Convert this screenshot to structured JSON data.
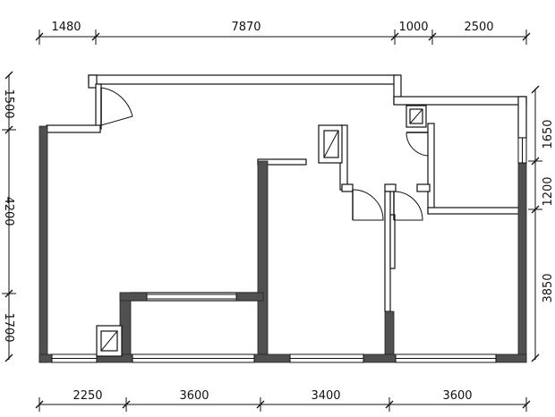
{
  "dimensions": {
    "top": [
      "1480",
      "7870",
      "1000",
      "2500"
    ],
    "bottom": [
      "2250",
      "3600",
      "3400",
      "3600"
    ],
    "left": [
      "1500",
      "4200",
      "1700"
    ],
    "right": [
      "1650",
      "1200",
      "3850"
    ]
  }
}
